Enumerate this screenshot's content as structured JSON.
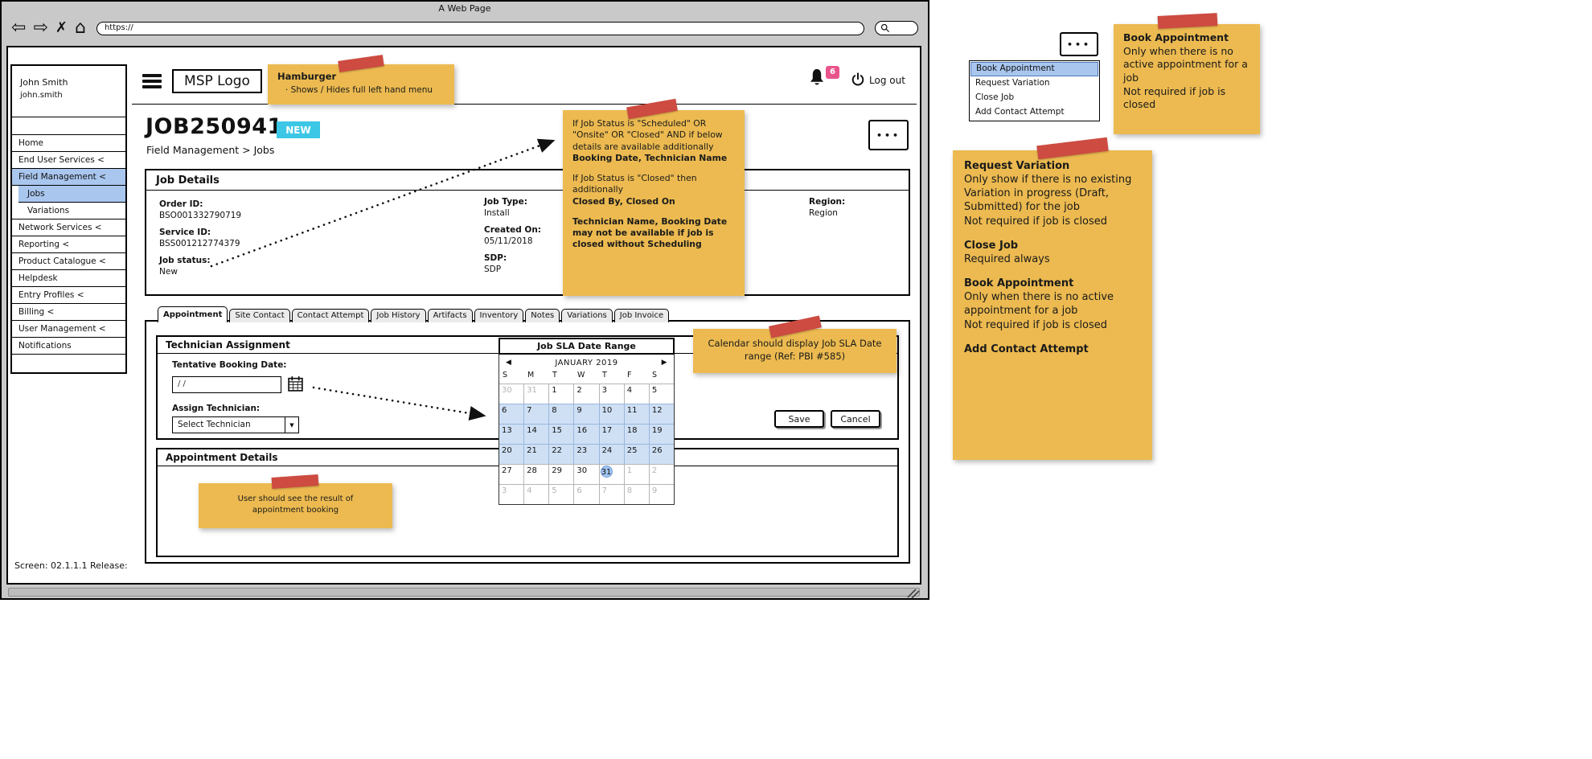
{
  "colors": {
    "sticky_note": "#ecba50",
    "tape_red": "#cd4b40",
    "highlight_blue": "#a9c6ee",
    "calendar_range_blue": "#cfe0f5",
    "badge_cyan": "#3bc7e5",
    "notification_pink": "#e9548c"
  },
  "browser": {
    "title": "A Web Page",
    "url": "https://",
    "icons": {
      "back": "⇦",
      "forward": "⇨",
      "stop": "✗",
      "home": "⌂"
    }
  },
  "sidebar": {
    "user_name": "John Smith",
    "user_id": "john.smith",
    "items": [
      {
        "label": "Home"
      },
      {
        "label": "End User Services <"
      },
      {
        "label": "Field Management <",
        "active": true
      },
      {
        "label": "Jobs",
        "active": true,
        "indent": true
      },
      {
        "label": "Variations",
        "indent": true
      },
      {
        "label": "Network Services <"
      },
      {
        "label": "Reporting <"
      },
      {
        "label": "Product Catalogue <"
      },
      {
        "label": "Helpdesk"
      },
      {
        "label": "Entry Profiles <"
      },
      {
        "label": "Billing <"
      },
      {
        "label": "User Management <"
      },
      {
        "label": "Notifications"
      }
    ]
  },
  "topbar": {
    "logo": "MSP Logo",
    "notification_count": "6",
    "logout_label": "Log out"
  },
  "job": {
    "number": "JOB250941",
    "badge": "NEW",
    "breadcrumb": "Field Management  > Jobs",
    "menu_dots": "•••"
  },
  "job_details": {
    "title": "Job Details",
    "col1": [
      {
        "label": "Order ID:",
        "value": "BSO001332790719"
      },
      {
        "label": "Service ID:",
        "value": "BSS001212774379"
      },
      {
        "label": "Job status:",
        "value": "New"
      }
    ],
    "col2": [
      {
        "label": "Job Type:",
        "value": "Install"
      },
      {
        "label": "Created On:",
        "value": "05/11/2018"
      },
      {
        "label": "SDP:",
        "value": "SDP"
      }
    ],
    "col3": [
      {
        "label": "Region:",
        "value": "Region"
      }
    ]
  },
  "tabs": [
    {
      "label": "Appointment",
      "active": true
    },
    {
      "label": "Site Contact"
    },
    {
      "label": "Contact Attempt"
    },
    {
      "label": "Job History"
    },
    {
      "label": "Artifacts"
    },
    {
      "label": "Inventory"
    },
    {
      "label": "Notes"
    },
    {
      "label": "Variations"
    },
    {
      "label": "Job Invoice"
    }
  ],
  "technician_assignment": {
    "title": "Technician Assignment",
    "booking_date_label": "Tentative Booking Date:",
    "booking_date_value": "/ /",
    "technician_label": "Assign Technician:",
    "technician_value": "Select Technician",
    "dropdown_arrow": "▼",
    "save_label": "Save",
    "cancel_label": "Cancel"
  },
  "appointment_details": {
    "title": "Appointment Details"
  },
  "calendar": {
    "title": "Job SLA Date Range",
    "month": "JANUARY 2019",
    "prev": "◀",
    "next": "▶",
    "day_headers": [
      "S",
      "M",
      "T",
      "W",
      "T",
      "F",
      "S"
    ],
    "weeks": [
      [
        {
          "d": "30",
          "muted": true
        },
        {
          "d": "31",
          "muted": true
        },
        {
          "d": "1"
        },
        {
          "d": "2"
        },
        {
          "d": "3"
        },
        {
          "d": "4"
        },
        {
          "d": "5"
        }
      ],
      [
        {
          "d": "6",
          "range": true
        },
        {
          "d": "7",
          "range": true
        },
        {
          "d": "8",
          "range": true
        },
        {
          "d": "9",
          "range": true
        },
        {
          "d": "10",
          "range": true
        },
        {
          "d": "11",
          "range": true
        },
        {
          "d": "12",
          "range": true
        }
      ],
      [
        {
          "d": "13",
          "range": true
        },
        {
          "d": "14",
          "range": true
        },
        {
          "d": "15",
          "range": true
        },
        {
          "d": "16",
          "range": true
        },
        {
          "d": "17",
          "range": true
        },
        {
          "d": "18",
          "range": true
        },
        {
          "d": "19",
          "range": true
        }
      ],
      [
        {
          "d": "20",
          "range": true
        },
        {
          "d": "21",
          "range": true
        },
        {
          "d": "22",
          "range": true
        },
        {
          "d": "23",
          "range": true
        },
        {
          "d": "24",
          "range": true
        },
        {
          "d": "25",
          "range": true
        },
        {
          "d": "26",
          "range": true
        }
      ],
      [
        {
          "d": "27"
        },
        {
          "d": "28"
        },
        {
          "d": "29"
        },
        {
          "d": "30"
        },
        {
          "d": "31",
          "selected": true
        },
        {
          "d": "1",
          "muted": true
        },
        {
          "d": "2",
          "muted": true
        }
      ],
      [
        {
          "d": "3",
          "muted": true
        },
        {
          "d": "4",
          "muted": true
        },
        {
          "d": "5",
          "muted": true
        },
        {
          "d": "6",
          "muted": true
        },
        {
          "d": "7",
          "muted": true
        },
        {
          "d": "8",
          "muted": true
        },
        {
          "d": "9",
          "muted": true
        }
      ]
    ]
  },
  "footer": {
    "text": "Screen: 02.1.1.1  Release:"
  },
  "context_menu": {
    "dots": "•••",
    "items": [
      {
        "label": "Book Appointment",
        "highlighted": true
      },
      {
        "label": "Request Variation"
      },
      {
        "label": "Close Job"
      },
      {
        "label": "Add Contact Attempt"
      }
    ]
  },
  "sticky_notes": {
    "hamburger": {
      "title": "Hamburger",
      "body": "·   Shows / Hides full left hand menu"
    },
    "job_status_note": {
      "paras": [
        {
          "segs": [
            {
              "t": "If Job Status is \"Scheduled\" OR \"Onsite\" OR \"Closed\" AND if below details are available additionally"
            }
          ]
        },
        {
          "segs": [
            {
              "t": "Booking Date, Technician Name",
              "b": true
            }
          ]
        },
        {
          "segs": [
            {
              "t": "If Job Status is \"Closed\" then additionally"
            }
          ],
          "gap": true
        },
        {
          "segs": [
            {
              "t": "Closed By, Closed On",
              "b": true
            }
          ]
        },
        {
          "segs": [
            {
              "t": "Technician Name, Booking Date may not be available if job is closed without Scheduling",
              "b": true
            }
          ],
          "gap": true
        }
      ]
    },
    "calendar_note": {
      "text": "Calendar should display Job SLA Date range (Ref: PBI #585)"
    },
    "booking_result_note": {
      "text": "User should see the result of appointment booking"
    },
    "book_appointment_note": {
      "paras": [
        {
          "segs": [
            {
              "t": "Book Appointment",
              "b": true
            }
          ]
        },
        {
          "segs": [
            {
              "t": "Only when there is no active appointment for a job"
            }
          ]
        },
        {
          "segs": [
            {
              "t": "Not required if job is closed"
            }
          ]
        }
      ]
    },
    "actions_note": {
      "paras": [
        {
          "segs": [
            {
              "t": "Request Variation",
              "b": true
            }
          ]
        },
        {
          "segs": [
            {
              "t": "Only show if there is no existing Variation in progress (Draft, Submitted) for the job"
            }
          ]
        },
        {
          "segs": [
            {
              "t": "Not required if job is closed"
            }
          ]
        },
        {
          "segs": [
            {
              "t": "Close Job",
              "b": true
            }
          ],
          "gap": true
        },
        {
          "segs": [
            {
              "t": "Required always"
            }
          ]
        },
        {
          "segs": [
            {
              "t": "Book Appointment",
              "b": true
            }
          ],
          "gap": true
        },
        {
          "segs": [
            {
              "t": "Only when there is no active appointment for a job"
            }
          ]
        },
        {
          "segs": [
            {
              "t": "Not required if job is closed"
            }
          ]
        },
        {
          "segs": [
            {
              "t": "Add Contact Attempt",
              "b": true
            }
          ],
          "gap": true
        }
      ]
    }
  }
}
